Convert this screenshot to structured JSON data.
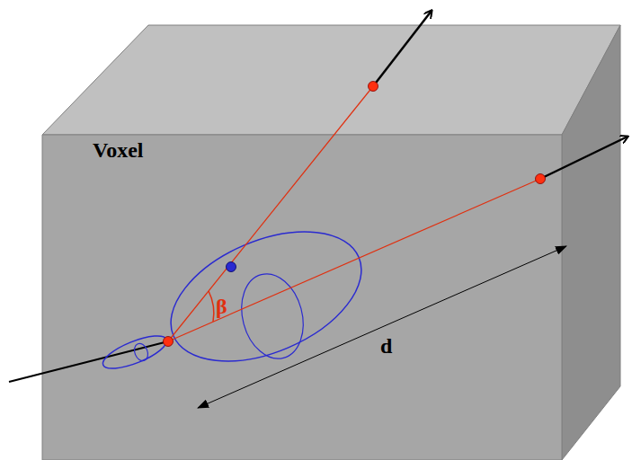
{
  "diagram": {
    "labels": [
      "Voxel",
      "β",
      "d"
    ]
  }
}
